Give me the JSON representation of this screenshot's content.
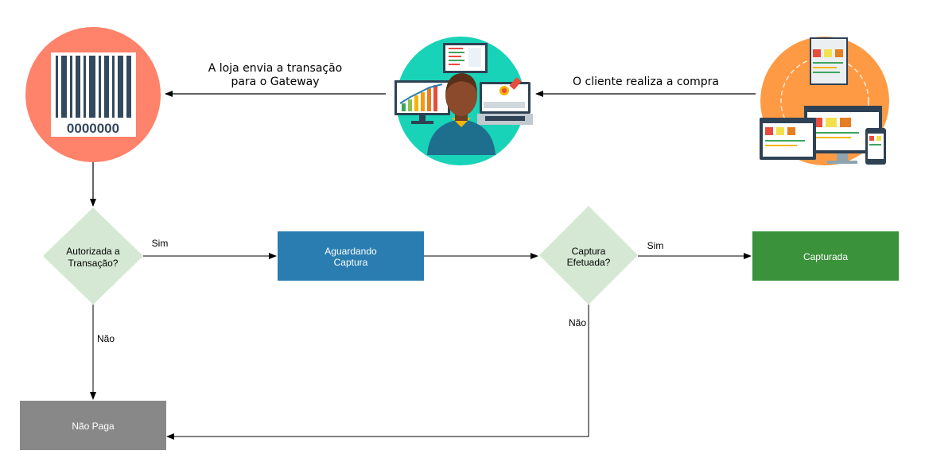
{
  "top_flow": {
    "label_store_sends_line1": "A loja envia a transação",
    "label_store_sends_line2": "para o Gateway",
    "label_customer_buys": "O cliente realiza a compra",
    "barcode_number": "0000000"
  },
  "decision_authorized": {
    "line1": "Autorizada a",
    "line2": "Transação?",
    "yes_label": "Sim",
    "no_label": "Não"
  },
  "box_awaiting": {
    "line1": "Aguardando",
    "line2": "Captura"
  },
  "decision_captured": {
    "line1": "Captura",
    "line2": "Efetuada?",
    "yes_label": "Sim",
    "no_label": "Não"
  },
  "box_captured": {
    "label": "Capturada"
  },
  "box_not_paid": {
    "label": "Não Paga"
  },
  "colors": {
    "barcode_circle": "#FF826A",
    "gateway_circle": "#19D3B8",
    "customer_circle": "#FF9A44",
    "decision": "#D5E8D4",
    "awaiting_box": "#2A7DB0",
    "captured_box": "#3A923A",
    "not_paid_box": "#888888"
  }
}
